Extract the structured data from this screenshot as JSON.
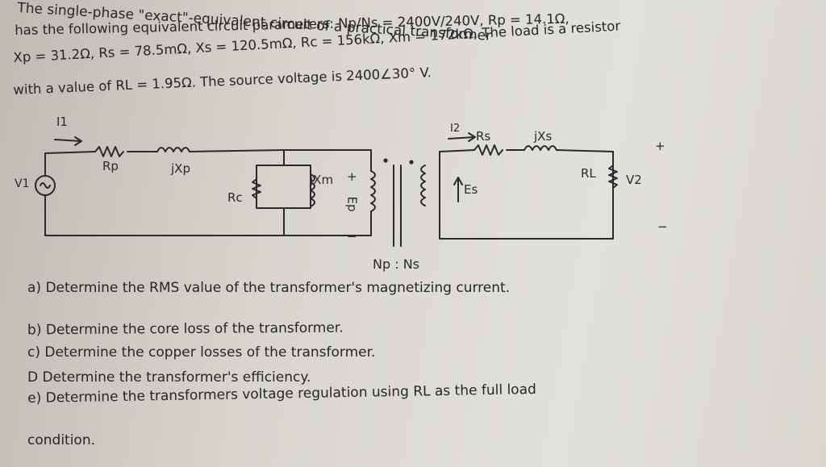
{
  "problem": {
    "line1": "The single-phase \"exact\"-equivalent circuit of a practical transformer",
    "line2": "has the following equivalent circuit parameters: Np/Ns = 2400V/240V, Rp = 14.1Ω,",
    "line3": "Xp = 31.2Ω, Rs = 78.5mΩ, Xs = 120.5mΩ, Rc = 156kΩ, Xm = 172kΩ. The load is a resistor",
    "line4": "with a value of RL = 1.95Ω. The source voltage is 2400∠30° V."
  },
  "circuit": {
    "current_i1": "I1",
    "current_i2": "I2",
    "source": "V1",
    "rp": "Rp",
    "jxp": "jXp",
    "rc": "Rc",
    "jxm": "jXm",
    "ep": "Ep",
    "es": "Es",
    "rs": "Rs",
    "jxs": "jXs",
    "rl": "RL",
    "v2": "V2",
    "ratio": "Np : Ns",
    "plus": "+",
    "minus": "−"
  },
  "questions": {
    "a": "a) Determine the RMS value of the transformer's magnetizing current.",
    "b": "b) Determine the core loss of the transformer.",
    "c": "c) Determine the copper losses of the transformer.",
    "d": "D Determine the transformer's efficiency.",
    "e": "e) Determine the transformers voltage regulation using RL as the full load",
    "e_cont": "condition."
  }
}
